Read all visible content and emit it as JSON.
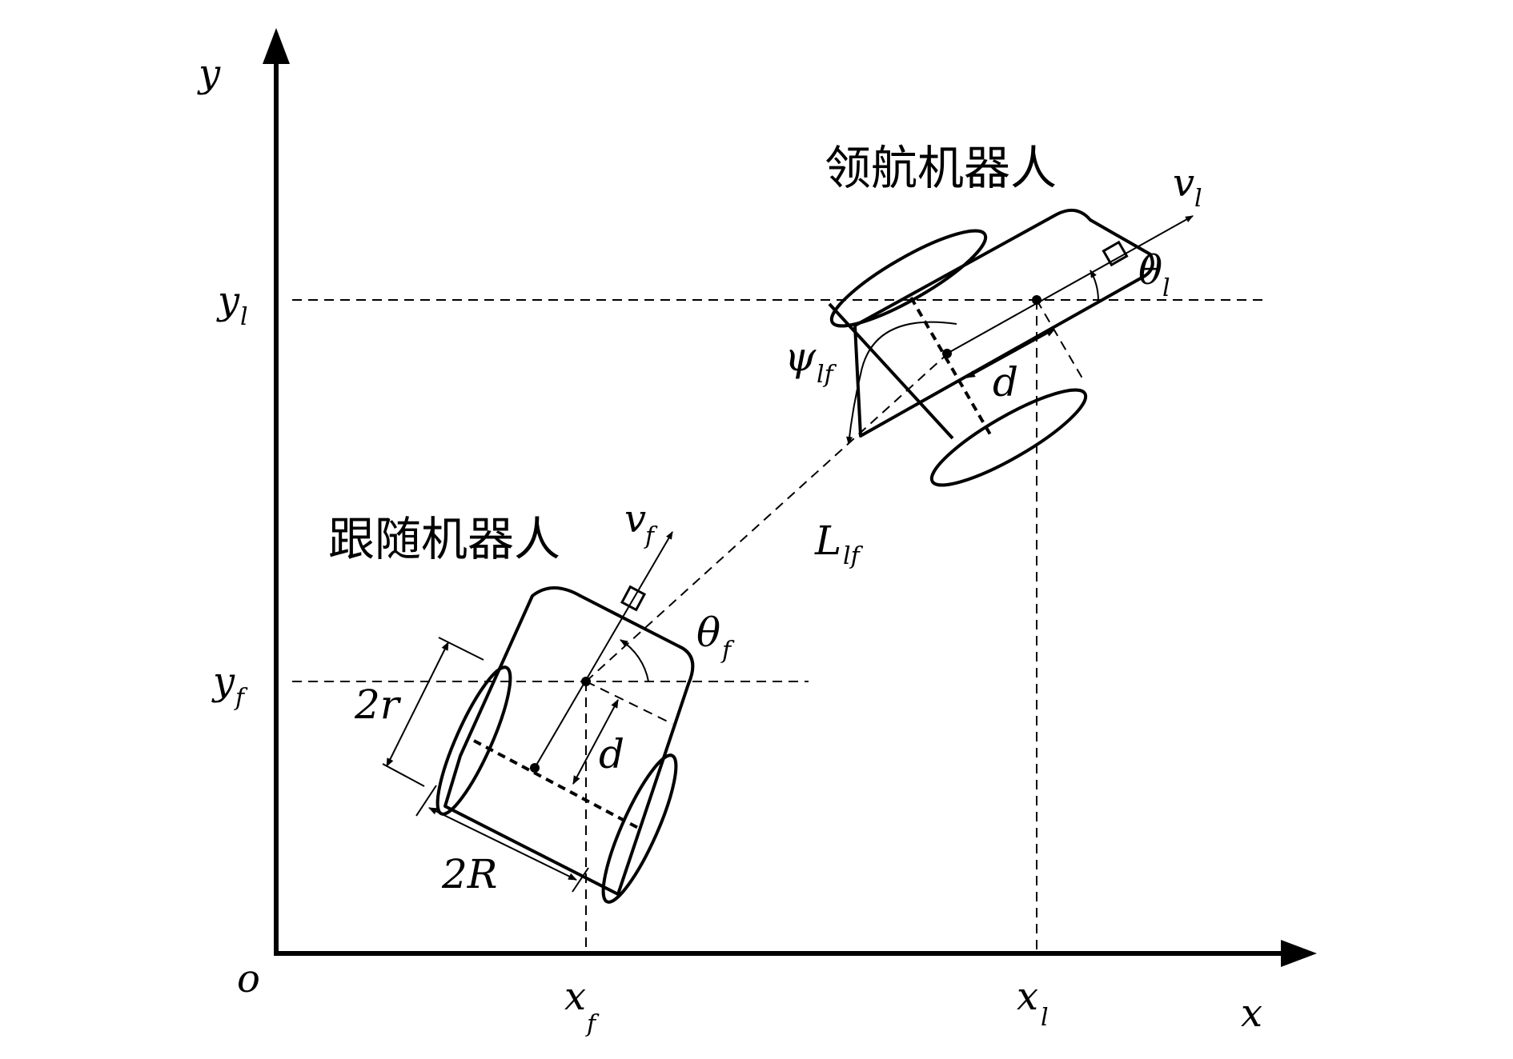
{
  "axes": {
    "origin_label": "o",
    "x_label": "x",
    "y_label": "y"
  },
  "leader": {
    "title": "领航机器人",
    "x_label": {
      "base": "x",
      "sub": "l"
    },
    "y_label": {
      "base": "y",
      "sub": "l"
    },
    "velocity": {
      "base": "v",
      "sub": "l"
    },
    "heading": {
      "base": "θ",
      "sub": "l"
    },
    "offset": "d"
  },
  "follower": {
    "title": "跟随机器人",
    "x_label": {
      "base": "x",
      "sub": "f"
    },
    "y_label": {
      "base": "y",
      "sub": "f"
    },
    "velocity": {
      "base": "v",
      "sub": "f"
    },
    "heading": {
      "base": "θ",
      "sub": "f"
    },
    "offset": "d",
    "wheel_diameter": "2r",
    "axle_width": "2R"
  },
  "relative": {
    "distance": {
      "base": "L",
      "sub": "lf"
    },
    "bearing": {
      "base": "ψ",
      "sub": "lf"
    }
  },
  "colors": {
    "ink": "#000000",
    "background": "#ffffff"
  }
}
